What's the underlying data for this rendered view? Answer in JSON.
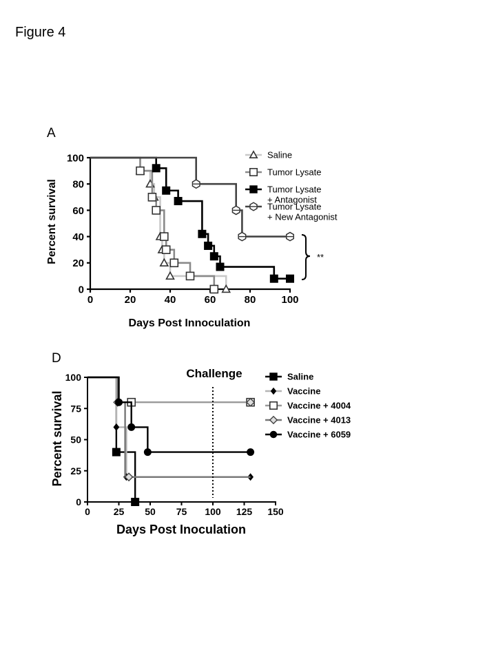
{
  "figure_title": "Figure 4",
  "chart_data": [
    {
      "panel": "A",
      "type": "line",
      "step": true,
      "xlabel": "Days Post Innoculation",
      "ylabel": "Percent survival",
      "xlim": [
        0,
        100
      ],
      "ylim": [
        0,
        100
      ],
      "xticks": [
        0,
        20,
        40,
        60,
        80,
        100
      ],
      "yticks": [
        0,
        20,
        40,
        60,
        80,
        100
      ],
      "grid": false,
      "legend_position": "top-right",
      "annotation": "**",
      "series": [
        {
          "name": "Saline",
          "color": "#c8c8c8",
          "marker": "triangle-open",
          "steps": [
            [
              0,
              100
            ],
            [
              25,
              90
            ],
            [
              30,
              80
            ],
            [
              32,
              70
            ],
            [
              35,
              40
            ],
            [
              36,
              30
            ],
            [
              37,
              20
            ],
            [
              40,
              10
            ],
            [
              68,
              0
            ]
          ],
          "markers": [
            [
              25,
              90
            ],
            [
              30,
              80
            ],
            [
              32,
              70
            ],
            [
              35,
              40
            ],
            [
              36,
              30
            ],
            [
              37,
              20
            ],
            [
              40,
              10
            ],
            [
              68,
              0
            ]
          ]
        },
        {
          "name": "Tumor Lysate",
          "color": "#8a8a8a",
          "marker": "square-open",
          "steps": [
            [
              0,
              100
            ],
            [
              25,
              90
            ],
            [
              31,
              70
            ],
            [
              33,
              60
            ],
            [
              37,
              40
            ],
            [
              38,
              30
            ],
            [
              42,
              20
            ],
            [
              50,
              10
            ],
            [
              62,
              0
            ]
          ],
          "markers": [
            [
              25,
              90
            ],
            [
              31,
              70
            ],
            [
              33,
              60
            ],
            [
              37,
              40
            ],
            [
              38,
              30
            ],
            [
              42,
              20
            ],
            [
              50,
              10
            ],
            [
              62,
              0
            ]
          ]
        },
        {
          "name": "Tumor Lysate\n+ Antagonist",
          "color": "#000000",
          "marker": "square-filled",
          "steps": [
            [
              0,
              100
            ],
            [
              33,
              92
            ],
            [
              38,
              75
            ],
            [
              44,
              67
            ],
            [
              56,
              42
            ],
            [
              59,
              33
            ],
            [
              62,
              25
            ],
            [
              65,
              17
            ],
            [
              92,
              8
            ]
          ],
          "markers": [
            [
              33,
              92
            ],
            [
              38,
              75
            ],
            [
              44,
              67
            ],
            [
              56,
              42
            ],
            [
              59,
              33
            ],
            [
              62,
              25
            ],
            [
              65,
              17
            ],
            [
              92,
              8
            ],
            [
              100,
              8
            ]
          ]
        },
        {
          "name": "Tumor Lysate\n+ New Antagonist",
          "color": "#444444",
          "marker": "hexagon-open",
          "steps": [
            [
              0,
              100
            ],
            [
              53,
              80
            ],
            [
              73,
              60
            ],
            [
              76,
              40
            ]
          ],
          "markers": [
            [
              53,
              80
            ],
            [
              73,
              60
            ],
            [
              76,
              40
            ],
            [
              100,
              40
            ]
          ]
        }
      ]
    },
    {
      "panel": "D",
      "type": "line",
      "step": true,
      "xlabel": "Days Post Inoculation",
      "ylabel": "Percent survival",
      "xlim": [
        0,
        150
      ],
      "ylim": [
        0,
        100
      ],
      "xticks": [
        0,
        25,
        50,
        75,
        100,
        125,
        150
      ],
      "yticks": [
        0,
        25,
        50,
        75,
        100
      ],
      "grid": false,
      "legend_position": "right",
      "annotation": "Challenge",
      "challenge_day": 100,
      "series": [
        {
          "name": "Saline",
          "color": "#000000",
          "marker": "square-filled",
          "steps": [
            [
              0,
              100
            ],
            [
              23,
              40
            ],
            [
              38,
              0
            ]
          ],
          "markers": [
            [
              23,
              40
            ],
            [
              38,
              0
            ]
          ]
        },
        {
          "name": "Vaccine",
          "color": "#b4b4b4",
          "marker": "diamond-filled",
          "steps": [
            [
              0,
              100
            ],
            [
              23,
              60
            ],
            [
              31,
              20
            ]
          ],
          "markers": [
            [
              23,
              60
            ],
            [
              31,
              20
            ],
            [
              130,
              20
            ]
          ]
        },
        {
          "name": "Vaccine + 4004",
          "color": "#999999",
          "marker": "square-open",
          "steps": [
            [
              0,
              100
            ],
            [
              25,
              80
            ]
          ],
          "markers": [
            [
              35,
              80
            ],
            [
              130,
              80
            ]
          ]
        },
        {
          "name": "Vaccine + 4013",
          "color": "#777777",
          "marker": "diamond-open",
          "steps": [
            [
              0,
              100
            ],
            [
              24,
              80
            ],
            [
              30,
              20
            ]
          ],
          "markers": [
            [
              24,
              80
            ],
            [
              33,
              20
            ],
            [
              130,
              80
            ]
          ]
        },
        {
          "name": "Vaccine + 6059",
          "color": "#000000",
          "marker": "circle-filled",
          "steps": [
            [
              0,
              100
            ],
            [
              25,
              80
            ],
            [
              35,
              60
            ],
            [
              48,
              40
            ]
          ],
          "markers": [
            [
              25,
              80
            ],
            [
              35,
              60
            ],
            [
              48,
              40
            ],
            [
              130,
              40
            ]
          ]
        }
      ]
    }
  ]
}
